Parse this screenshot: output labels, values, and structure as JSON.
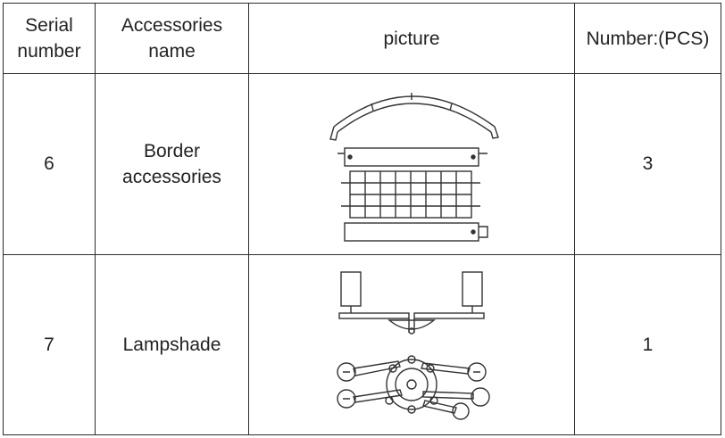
{
  "table": {
    "headers": {
      "serial_line1": "Serial",
      "serial_line2": "number",
      "name_line1": "Accessories",
      "name_line2": "name",
      "picture": "picture",
      "number": "Number:(PCS)"
    },
    "rows": [
      {
        "serial": "6",
        "name_line1": "Border",
        "name_line2": "accessories",
        "picture_icon": "border-accessories-drawing-icon",
        "count": "3"
      },
      {
        "serial": "7",
        "name_line1": "Lampshade",
        "picture_icon": "lampshade-drawing-icon",
        "count": "1"
      }
    ]
  }
}
